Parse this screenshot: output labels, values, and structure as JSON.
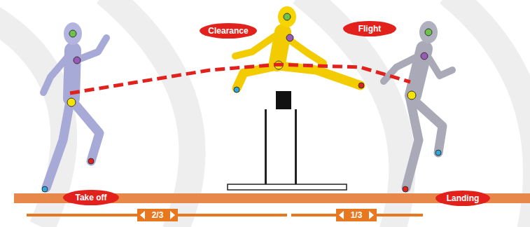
{
  "diagram": {
    "nodes": [
      {
        "text": [
          "Take off"
        ]
      },
      {
        "text": [
          "Clearance"
        ]
      },
      {
        "text": [
          "Flight"
        ]
      },
      {
        "text": [
          "Landing"
        ]
      },
      {
        "text": [
          "2/3"
        ]
      },
      {
        "text": [
          "1/3"
        ]
      }
    ]
  }
}
